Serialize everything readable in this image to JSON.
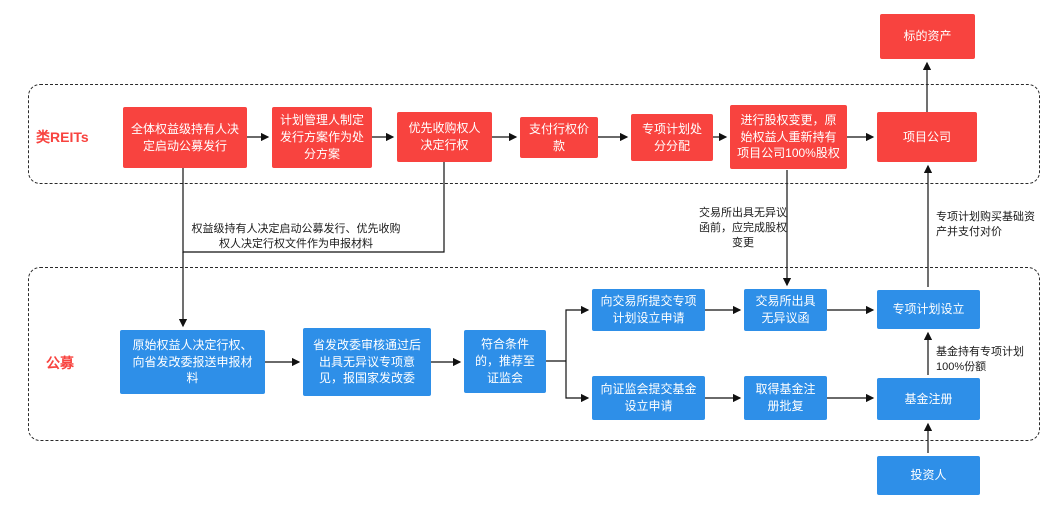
{
  "colors": {
    "red": "#f8433f",
    "blue": "#2e8fe8"
  },
  "reits": {
    "label": "类REITs",
    "boxes": [
      "全体权益级持有人决定启动公募发行",
      "计划管理人制定发行方案作为处分方案",
      "优先收购权人决定行权",
      "支付行权价款",
      "专项计划处分分配",
      "进行股权变更，原始权益人重新持有项目公司100%股权",
      "项目公司"
    ]
  },
  "target_asset": "标的资产",
  "gongmu": {
    "label": "公募",
    "boxes": {
      "b1": "原始权益人决定行权、向省发改委报送申报材料",
      "b2": "省发改委审核通过后出具无异议专项意见，报国家发改委",
      "b3": "符合条件的，推荐至证监会",
      "b4a": "向交易所提交专项计划设立申请",
      "b4b": "向证监会提交基金设立申请",
      "b5a": "交易所出具无异议函",
      "b5b": "取得基金注册批复",
      "b6a": "专项计划设立",
      "b6b": "基金注册"
    }
  },
  "investor": "投资人",
  "annotations": {
    "filing_materials": "权益级持有人决定启动公募发行、优先收购权人决定行权文件作为申报材料",
    "equity_change_note": "交易所出具无异议函前，应完成股权变更",
    "purchase_note": "专项计划购买基础资产并支付对价",
    "fund_share_note": "基金持有专项计划100%份额"
  }
}
